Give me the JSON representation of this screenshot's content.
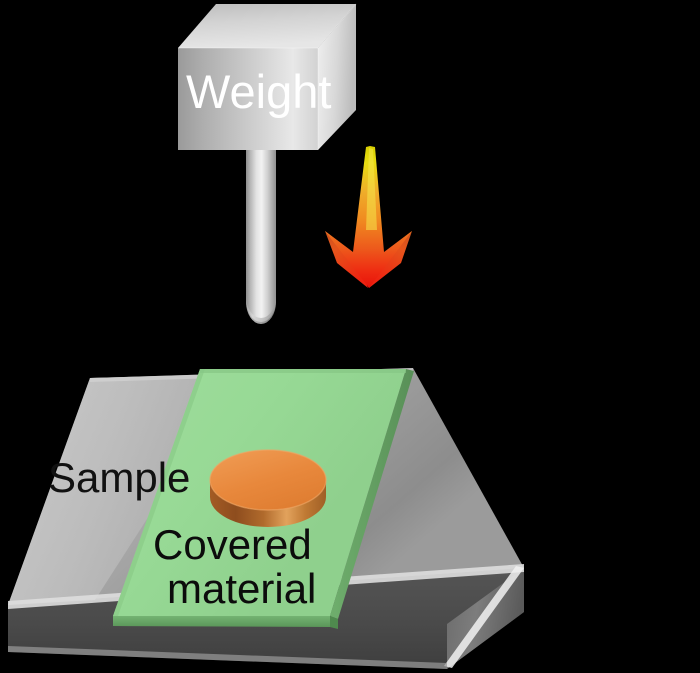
{
  "diagram": {
    "title": "Weight compression test on covered material sample",
    "background_color": "#000000",
    "labels": {
      "weight": "Weight",
      "sample": "Sample",
      "covered_material_line1": "Covered",
      "covered_material_line2": "material"
    },
    "colors": {
      "background": "#000000",
      "weight_text": "#ffffff",
      "sample_text": "#111111",
      "covered_text": "#0c0c0c",
      "metal_light": "#e9e9e9",
      "metal_mid": "#b8b8b8",
      "metal_dark": "#6e6e6e",
      "platform_front": "#4a4a4a",
      "green_top": "#97d995",
      "green_edge": "#5f9a5e",
      "orange_top": "#e8883c",
      "orange_side": "#b5662a",
      "arrow_top": "#e8dc00",
      "arrow_mid": "#f08a20",
      "arrow_bottom": "#ee1c10"
    },
    "parts": [
      {
        "name": "weight-block",
        "kind": "cube",
        "label": "Weight",
        "description": "3D metallic cube with label Weight on front face"
      },
      {
        "name": "weight-rod",
        "kind": "cylinder",
        "description": "vertical metallic rod with rounded tip beneath the weight block"
      },
      {
        "name": "force-arrow",
        "kind": "arrow",
        "direction": "down",
        "description": "tapered gradient arrow pointing downward indicating applied load"
      },
      {
        "name": "sample-platform",
        "kind": "slab",
        "label": "Sample",
        "description": "large grey metallic rectangular slab in isometric view"
      },
      {
        "name": "covered-material-strip",
        "kind": "slab",
        "label": "Covered material",
        "description": "green strip laid across the sample platform"
      },
      {
        "name": "orange-puck",
        "kind": "cylinder",
        "description": "orange disc resting on the covered material"
      }
    ]
  }
}
